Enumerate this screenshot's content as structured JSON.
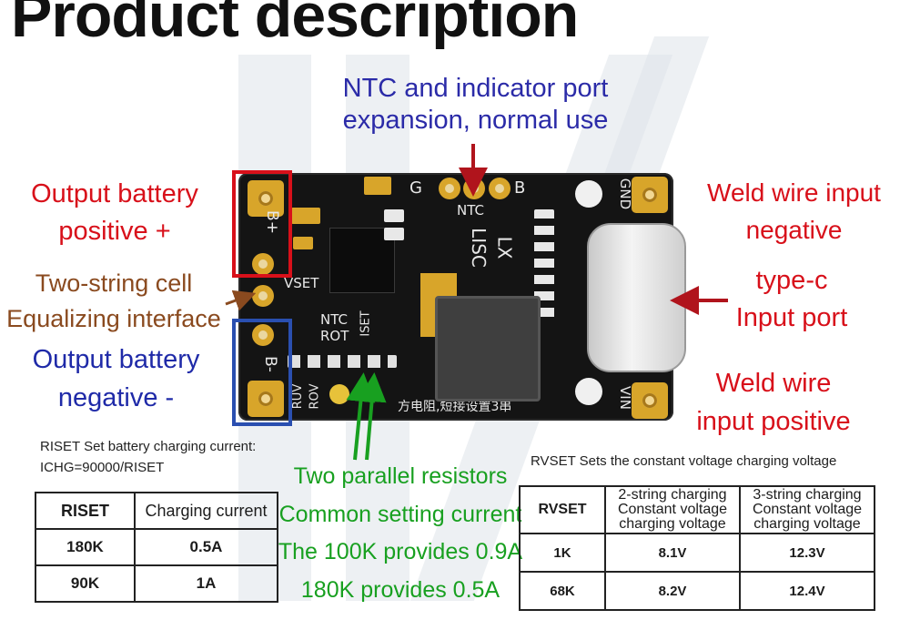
{
  "title": "Product description",
  "labels": {
    "ntc_port": [
      "NTC and indicator port",
      "expansion, normal use"
    ],
    "out_pos": [
      "Output battery",
      "positive +"
    ],
    "equalizing": [
      "Two-string cell",
      "Equalizing interface"
    ],
    "out_neg": [
      "Output battery",
      "negative -"
    ],
    "weld_neg": [
      "Weld wire input",
      "negative"
    ],
    "typec": [
      "type-c",
      "Input port"
    ],
    "weld_pos": [
      "Weld wire",
      "input positive"
    ],
    "resistors": [
      "Two parallel resistors",
      "Common setting current",
      "The 100K provides 0.9A",
      "180K provides 0.5A"
    ]
  },
  "board": {
    "silk_bplus": "B+",
    "silk_bminus": "B-",
    "silk_g": "G",
    "silk_ntc": "NTC",
    "silk_b": "B",
    "silk_gnd": "GND",
    "silk_vin": "VIN",
    "silk_lx": "LX",
    "silk_lisc": "LISC",
    "silk_vset": "VSET",
    "silk_ntc2": "NTC",
    "silk_rot": "ROT",
    "silk_iset": "ISET",
    "silk_ruv": "RUV",
    "silk_rov": "ROV",
    "silk_cn": "方电阻,短接设置3串"
  },
  "notes": {
    "riset": [
      "RISET Set battery charging current:",
      "ICHG=90000/RISET"
    ],
    "rvset": "RVSET Sets the constant voltage charging voltage"
  },
  "table_current": {
    "headers": [
      "RISET",
      "Charging current"
    ],
    "rows": [
      [
        "180K",
        "0.5A"
      ],
      [
        "90K",
        "1A"
      ]
    ]
  },
  "table_voltage": {
    "headers": [
      "RVSET",
      "2-string charging Constant voltage charging voltage",
      "3-string charging Constant voltage charging voltage"
    ],
    "header_lines": [
      [
        "2-string charging",
        "Constant voltage",
        "charging voltage"
      ],
      [
        "3-string charging",
        "Constant voltage",
        "charging voltage"
      ]
    ],
    "rows": [
      [
        "1K",
        "8.1V",
        "12.3V"
      ],
      [
        "68K",
        "8.2V",
        "12.4V"
      ]
    ]
  },
  "colors": {
    "ntc_label": "#2b2ba8",
    "red_label": "#d8101a",
    "brown_label": "#8a4a1f",
    "navy_label": "#1f2aa8",
    "green_label": "#18a020",
    "pad_gold": "#d8a52a",
    "board": "#141414"
  }
}
